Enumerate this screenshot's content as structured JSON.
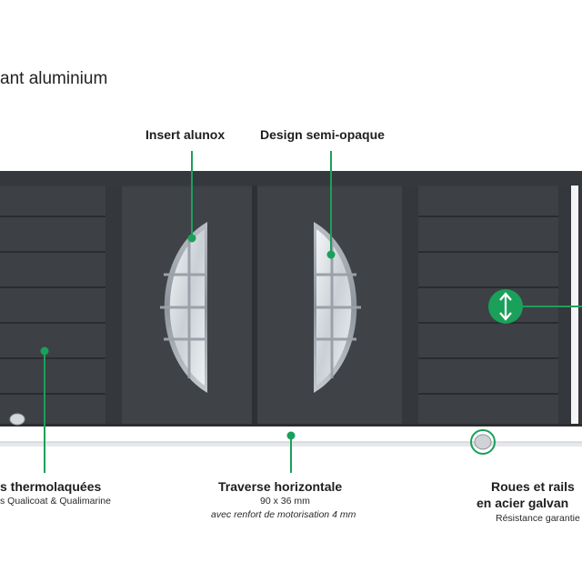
{
  "title": "ant aluminium",
  "callouts": {
    "insert": {
      "label": "Insert alunox"
    },
    "design": {
      "label": "Design semi-opaque"
    },
    "lames": {
      "label": "s thermolaquées",
      "sub": "s Qualicoat & Qualimarine"
    },
    "traverse": {
      "label": "Traverse horizontale",
      "sub": "90 x 36 mm",
      "sub2": "avec renfort de motorisation 4 mm"
    },
    "roues": {
      "label": "Roues et rails",
      "label2": "en acier galvan",
      "sub": "Résistance garantie"
    }
  },
  "colors": {
    "gate": "#3b3e42",
    "frame": "#2e3034",
    "accent": "#1aa05a",
    "glass": "#d9dee3"
  },
  "icons": {
    "height_adjust": "double-arrow-vertical-icon"
  }
}
